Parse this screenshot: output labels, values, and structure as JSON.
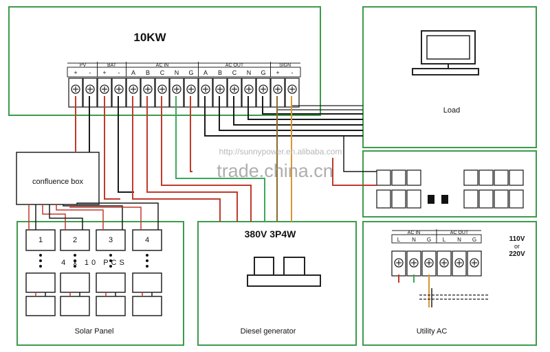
{
  "inverter": {
    "title": "10KW",
    "groups": [
      "PV",
      "BAT",
      "AC IN",
      "AC OUT",
      "SIGN"
    ],
    "terminals": [
      "+",
      "-",
      "+",
      "-",
      "A",
      "B",
      "C",
      "N",
      "G",
      "A",
      "B",
      "C",
      "N",
      "G",
      "+",
      "-"
    ]
  },
  "load": {
    "label": "Load"
  },
  "combiner": {
    "label": "confluence box"
  },
  "solar": {
    "label": "Solar Panel",
    "strings": [
      "1",
      "2",
      "3",
      "4"
    ],
    "count_label": "4 x 10 PCS"
  },
  "generator": {
    "title": "380V 3P4W",
    "label": "Diesel generator"
  },
  "utility": {
    "label": "Utility AC",
    "voltage_lines": [
      "110V",
      "or",
      "220V"
    ],
    "groups": [
      "AC IN",
      "AC OUT"
    ],
    "terminals": [
      "L",
      "N",
      "G",
      "L",
      "N",
      "G"
    ]
  },
  "watermark": {
    "url": "http://sunnypower.en.alibaba.com",
    "brand": "trade.china.cn"
  },
  "colors": {
    "box_border": "#3c9a4a",
    "wire_red": "#c0392b",
    "wire_black": "#1a1a1a",
    "wire_green": "#3aa85a",
    "wire_orange": "#d9962b",
    "wire_brown": "#8a6a2a"
  }
}
